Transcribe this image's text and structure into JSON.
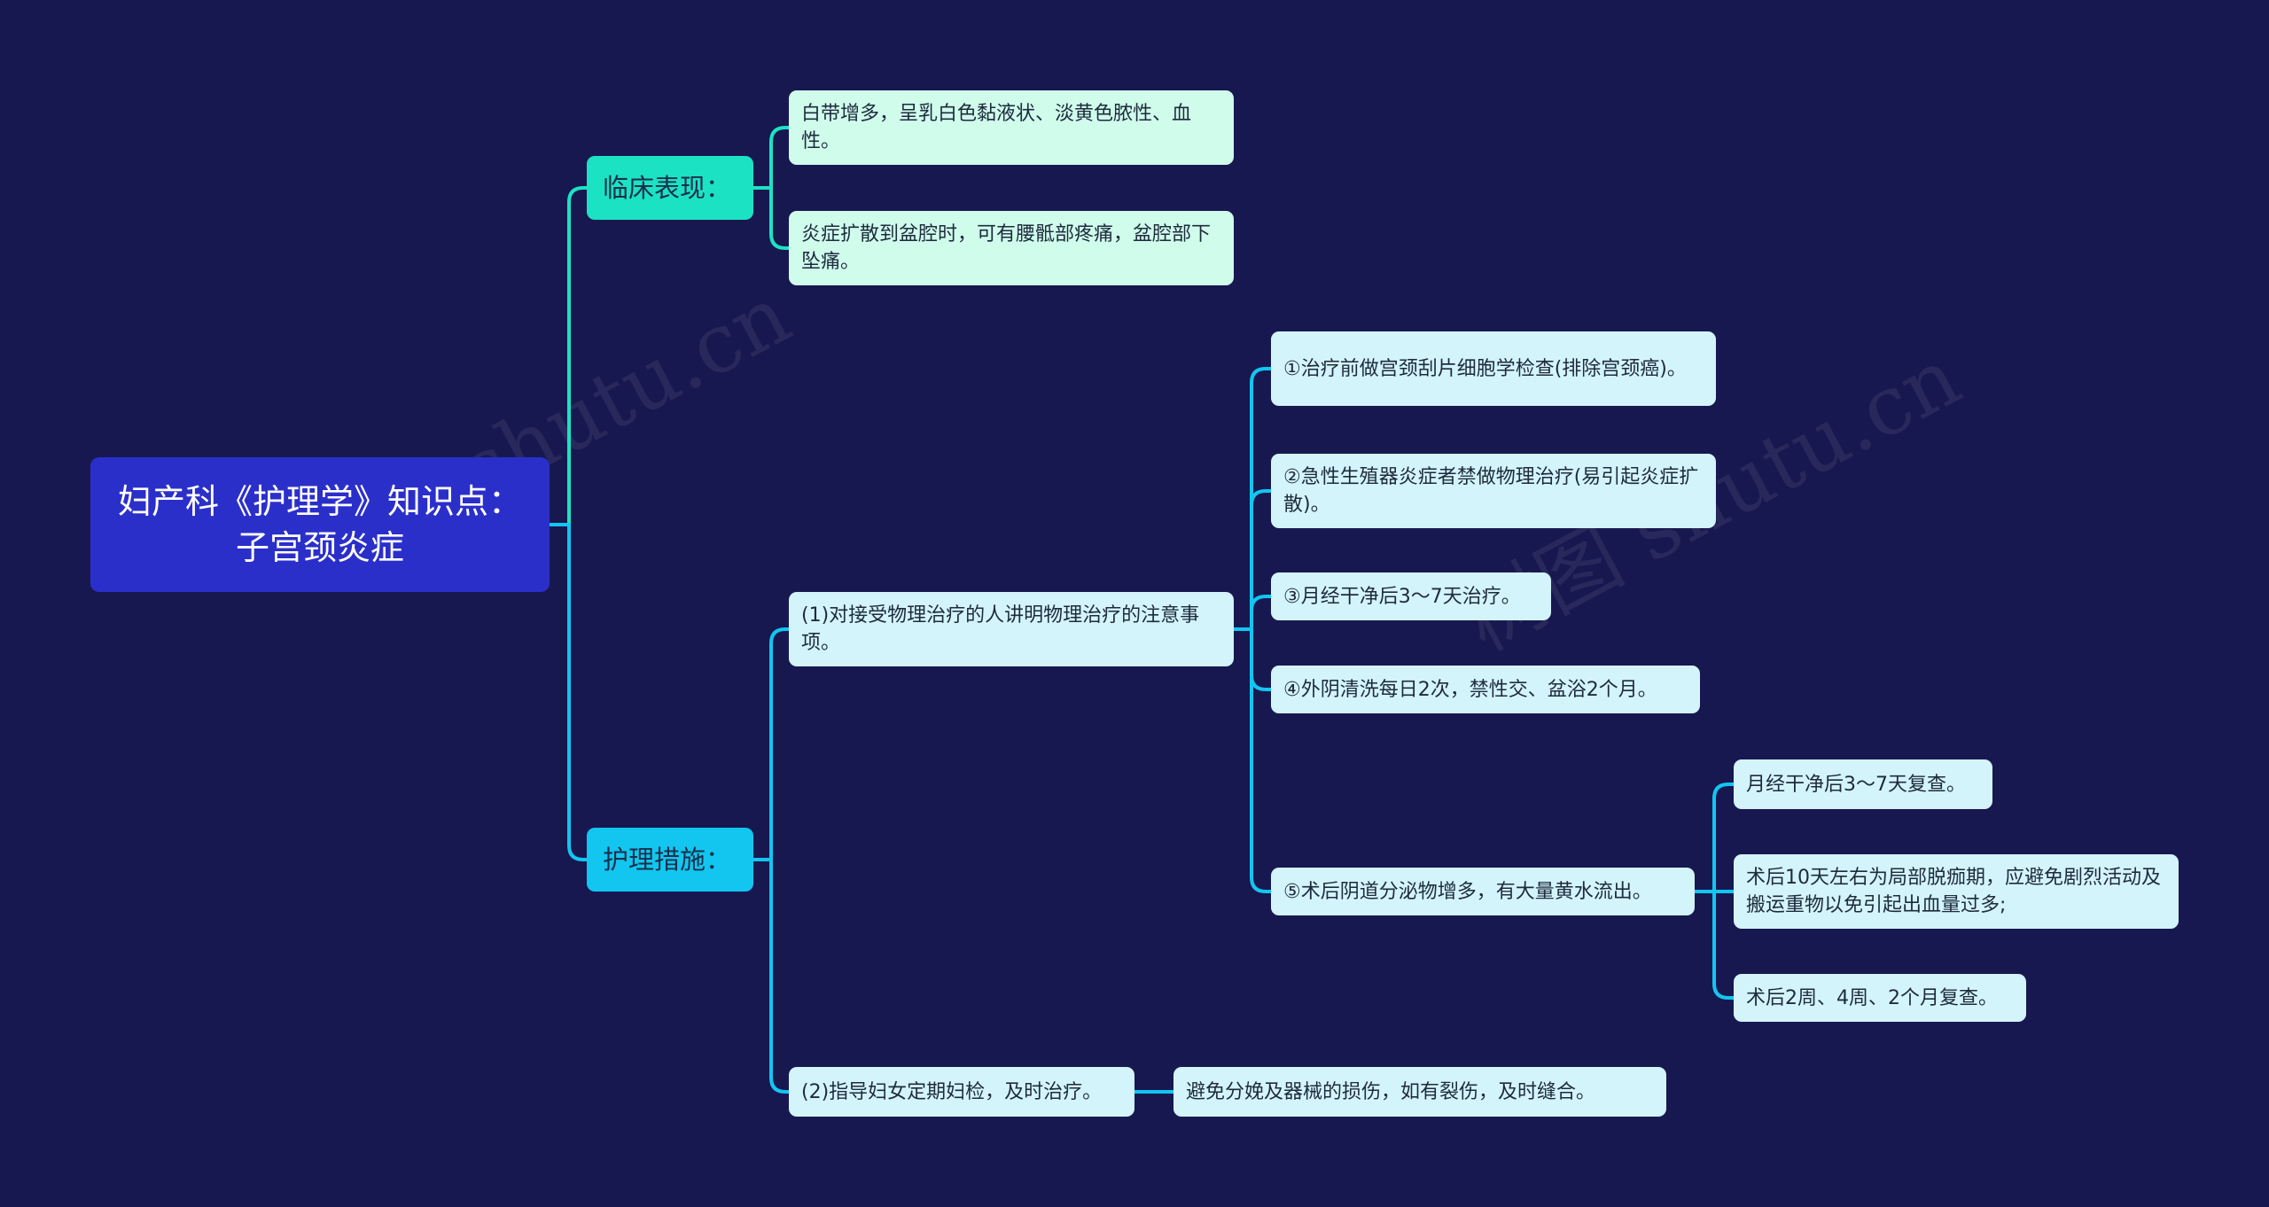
{
  "root": {
    "title": "妇产科《护理学》知识点：子宫颈炎症"
  },
  "branches": {
    "clinical": {
      "label": "临床表现：",
      "items": [
        "白带增多，呈乳白色黏液状、淡黄色脓性、血性。",
        "炎症扩散到盆腔时，可有腰骶部疼痛，盆腔部下坠痛。"
      ]
    },
    "nursing": {
      "label": "护理措施：",
      "physio": {
        "label": "(1)对接受物理治疗的人讲明物理治疗的注意事项。",
        "items": [
          "①治疗前做宫颈刮片细胞学检查(排除宫颈癌)。",
          "②急性生殖器炎症者禁做物理治疗(易引起炎症扩散)。",
          "③月经干净后3～7天治疗。",
          "④外阴清洗每日2次，禁性交、盆浴2个月。",
          "⑤术后阴道分泌物增多，有大量黄水流出。"
        ],
        "after": [
          "月经干净后3～7天复查。",
          "术后10天左右为局部脱痂期，应避免剧烈活动及搬运重物以免引起出血量过多;",
          "术后2周、4周、2个月复查。"
        ]
      },
      "checkup": {
        "label": "(2)指导妇女定期妇检，及时治疗。",
        "item": "避免分娩及器械的损伤，如有裂伤，及时缝合。"
      }
    }
  },
  "watermark": "树图 shutu.cn",
  "colors": {
    "background": "#181850",
    "root": "#2b2fca",
    "branch_clinical": "#1ce2c4",
    "branch_nursing": "#12c6f0",
    "leaf_clinical": "#d0fcec",
    "leaf_nursing": "#d4f4fb"
  }
}
